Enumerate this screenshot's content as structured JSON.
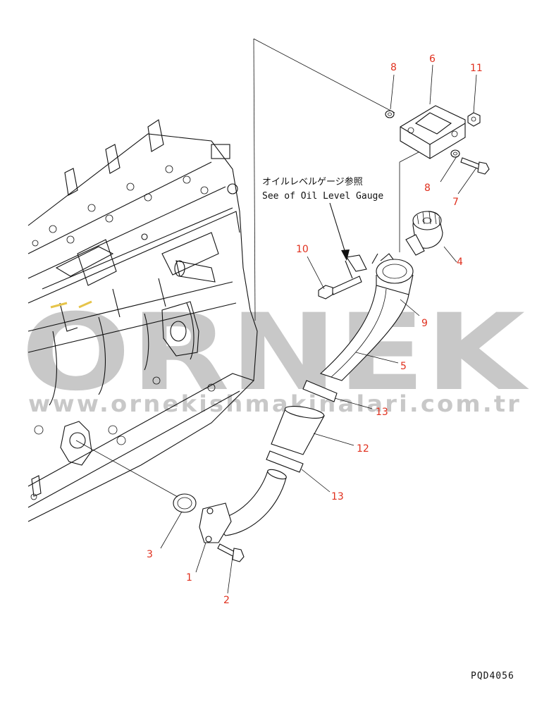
{
  "watermark": {
    "brand": "ORNEK",
    "url": "www.ornekishmakinalari.com.tr"
  },
  "note": {
    "line1": "オイルレベルゲージ参照",
    "line2": "See of Oil Level Gauge"
  },
  "drawing_code": "PQD4056",
  "callouts": [
    {
      "id": "c1",
      "text": "1"
    },
    {
      "id": "c2",
      "text": "2"
    },
    {
      "id": "c3",
      "text": "3"
    },
    {
      "id": "c4",
      "text": "4"
    },
    {
      "id": "c5",
      "text": "5"
    },
    {
      "id": "c6",
      "text": "6"
    },
    {
      "id": "c7",
      "text": "7"
    },
    {
      "id": "c8a",
      "text": "8"
    },
    {
      "id": "c8b",
      "text": "8"
    },
    {
      "id": "c9",
      "text": "9"
    },
    {
      "id": "c10",
      "text": "10"
    },
    {
      "id": "c11",
      "text": "11"
    },
    {
      "id": "c12",
      "text": "12"
    },
    {
      "id": "c13a",
      "text": "13"
    },
    {
      "id": "c13b",
      "text": "13"
    }
  ],
  "colors": {
    "callout": "#e0301e",
    "linework": "#111111",
    "watermark": "#c8c8c8"
  }
}
